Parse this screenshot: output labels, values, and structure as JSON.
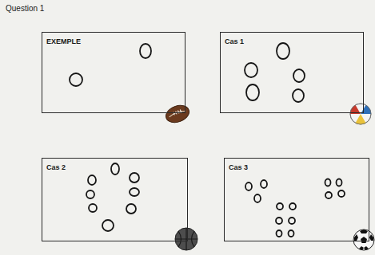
{
  "diagram": {
    "title": "Question 1",
    "nodes": [
      {
        "text": [
          "EXEMPLE"
        ]
      },
      {
        "text": [
          "Cas 1"
        ]
      },
      {
        "text": [
          "Cas 2"
        ]
      },
      {
        "text": [
          "Cas 3"
        ]
      }
    ]
  }
}
